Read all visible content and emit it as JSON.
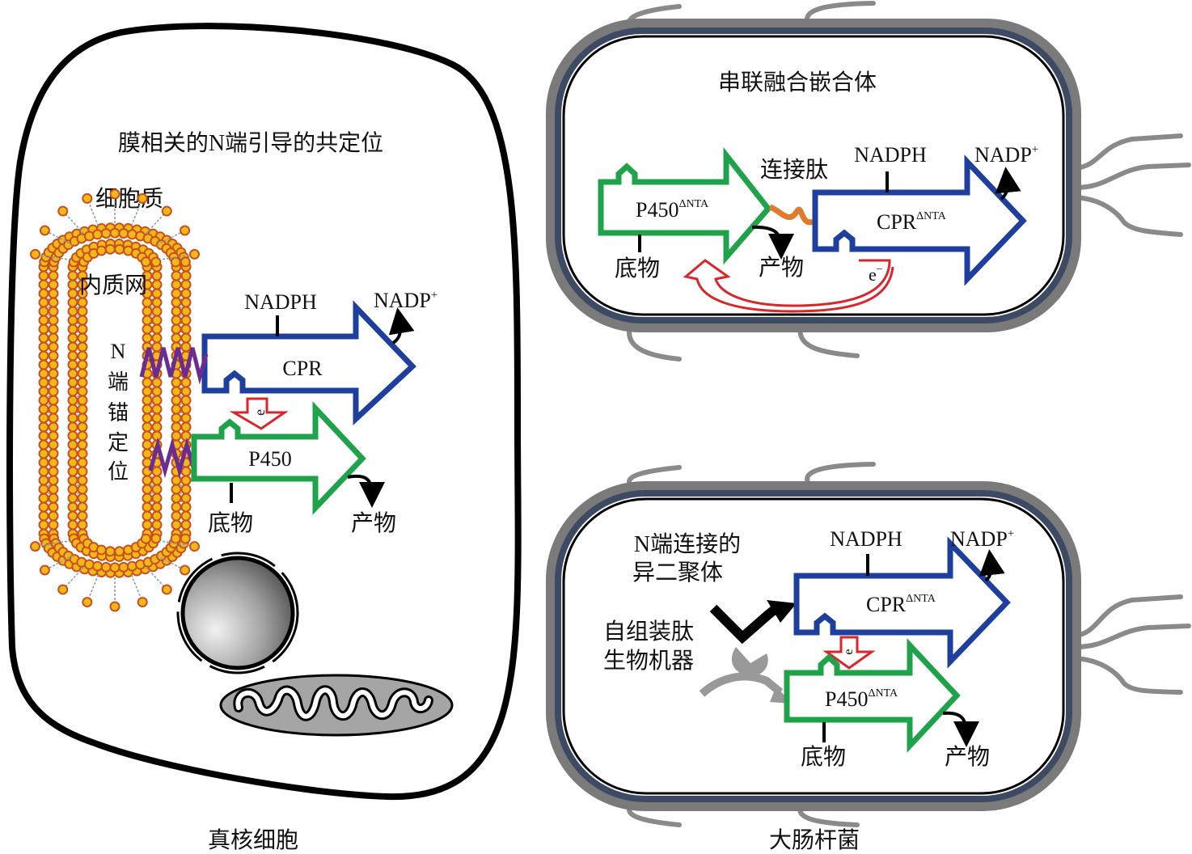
{
  "eukaryote": {
    "caption": "真核细胞",
    "title": "膜相关的N端引导的共定位",
    "cytoplasm_label": "细胞质",
    "er_label": "内质网",
    "anchor_label_chars": [
      "N",
      "端",
      "锚",
      "定",
      "位"
    ],
    "nadph": "NADPH",
    "nadp": "NADP",
    "nadp_sup": "+",
    "cpr": "CPR",
    "p450": "P450",
    "electron": "e",
    "substrate": "底物",
    "product": "产物"
  },
  "ecoli": {
    "caption": "大肠杆菌",
    "top": {
      "title": "串联融合嵌合体",
      "linker_label": "连接肽",
      "nadph": "NADPH",
      "nadp": "NADP",
      "nadp_sup": "+",
      "p450": "P450",
      "p450_sup": "ΔNTA",
      "cpr": "CPR",
      "cpr_sup": "ΔNTA",
      "electron": "e",
      "electron_sup": "−",
      "substrate": "底物",
      "product": "产物"
    },
    "bottom": {
      "heterodimer_label_line1": "N端连接的",
      "heterodimer_label_line2": "异二聚体",
      "peptide_label_line1": "自组装肽",
      "peptide_label_line2": "生物机器",
      "nadph": "NADPH",
      "nadp": "NADP",
      "nadp_sup": "+",
      "cpr": "CPR",
      "cpr_sup": "ΔNTA",
      "p450": "P450",
      "p450_sup": "ΔNTA",
      "electron": "e",
      "substrate": "底物",
      "product": "产物"
    }
  },
  "colors": {
    "cpr_blue": "#1f3f9e",
    "p450_green": "#1fa34a",
    "electron_red": "#d9262b",
    "anchor_purple": "#6a2c91",
    "linker_orange": "#e07b2e",
    "membrane_gold": "#f2b818",
    "membrane_red": "#c8501e",
    "cell_wall_gray": "#7a7a7a",
    "cell_wall_navy": "#3d4a63"
  }
}
